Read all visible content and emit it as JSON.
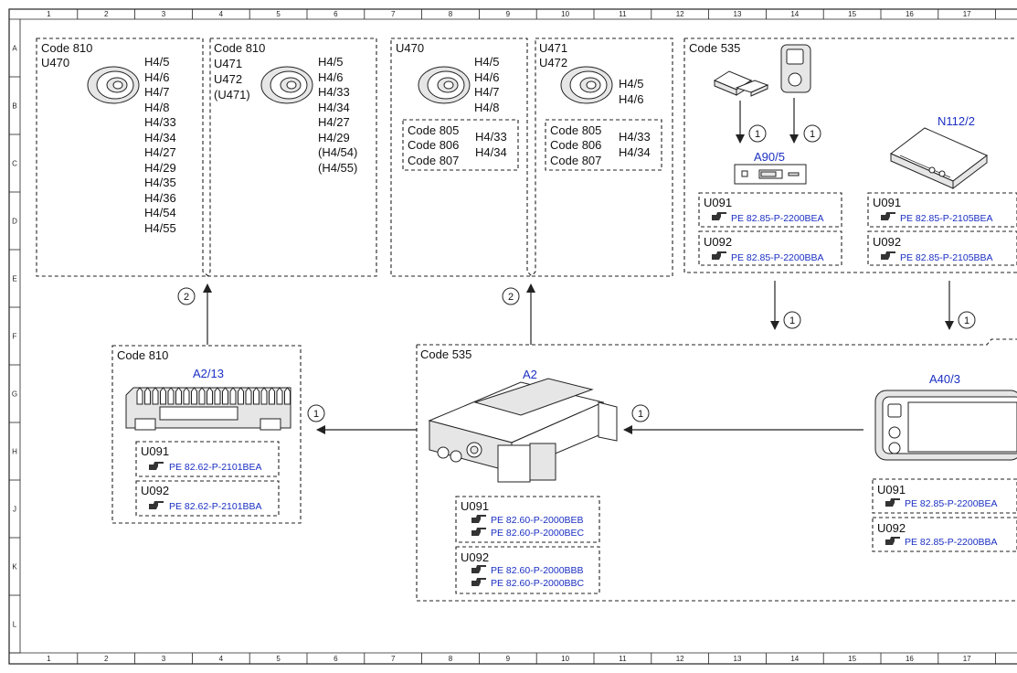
{
  "grid": {
    "columns": [
      "1",
      "2",
      "3",
      "4",
      "5",
      "6",
      "7",
      "8",
      "9",
      "10",
      "11",
      "12",
      "13",
      "14",
      "15",
      "16",
      "17"
    ],
    "rows": [
      "A",
      "B",
      "C",
      "D",
      "E",
      "F",
      "G",
      "H",
      "J",
      "K",
      "L"
    ]
  },
  "speaker_group_1": {
    "code": "Code 810",
    "variant": "U470",
    "items": [
      "H4/5",
      "H4/6",
      "H4/7",
      "H4/8",
      "H4/33",
      "H4/34",
      "H4/27",
      "H4/29",
      "H4/35",
      "H4/36",
      "H4/54",
      "H4/55"
    ]
  },
  "speaker_group_2": {
    "code": "Code 810",
    "variants": [
      "U471",
      "U472",
      "(U471)"
    ],
    "items": [
      "H4/5",
      "H4/6",
      "H4/33",
      "H4/34",
      "H4/27",
      "H4/29",
      "(H4/54)",
      "(H4/55)"
    ]
  },
  "speaker_group_3": {
    "variant": "U470",
    "items": [
      "H4/5",
      "H4/6",
      "H4/7",
      "H4/8"
    ],
    "codes": [
      "Code 805",
      "Code 806",
      "Code 807"
    ],
    "code_items": [
      "H4/33",
      "H4/34"
    ]
  },
  "speaker_group_4": {
    "variants": [
      "U471",
      "U472"
    ],
    "items": [
      "H4/5",
      "H4/6"
    ],
    "codes": [
      "Code 805",
      "Code 806",
      "Code 807"
    ],
    "code_items": [
      "H4/33",
      "H4/34"
    ]
  },
  "module_535_top": {
    "code": "Code 535",
    "a90_label": "A90/5",
    "n112_label": "N112/2",
    "a90_refs": [
      {
        "model": "U091",
        "ref": "PE 82.85-P-2200BEA"
      },
      {
        "model": "U092",
        "ref": "PE 82.85-P-2200BBA"
      }
    ],
    "n112_refs": [
      {
        "model": "U091",
        "ref": "PE 82.85-P-2105BEA"
      },
      {
        "model": "U092",
        "ref": "PE 82.85-P-2105BBA"
      }
    ]
  },
  "amplifier": {
    "code": "Code 810",
    "label": "A2/13",
    "refs": [
      {
        "model": "U091",
        "ref": "PE 82.62-P-2101BEA"
      },
      {
        "model": "U092",
        "ref": "PE 82.62-P-2101BBA"
      }
    ]
  },
  "head_unit": {
    "code": "Code 535",
    "label": "A2",
    "refs_u091": {
      "model": "U091",
      "refs": [
        "PE 82.60-P-2000BEB",
        "PE 82.60-P-2000BEC"
      ]
    },
    "refs_u092": {
      "model": "U092",
      "refs": [
        "PE 82.60-P-2000BBB",
        "PE 82.60-P-2000BBC"
      ]
    }
  },
  "display": {
    "label": "A40/3",
    "refs": [
      {
        "model": "U091",
        "ref": "PE 82.85-P-2200BEA"
      },
      {
        "model": "U092",
        "ref": "PE 82.85-P-2200BBA"
      }
    ]
  },
  "callouts": [
    "1",
    "2"
  ],
  "icons": [
    "speaker-icon",
    "usb-stick-icon",
    "sd-card-icon",
    "hand-pointer-icon",
    "amplifier-icon",
    "head-unit-icon",
    "display-icon",
    "control-module-icon"
  ],
  "colors": {
    "link": "#1a2fc2",
    "line": "#222222"
  }
}
